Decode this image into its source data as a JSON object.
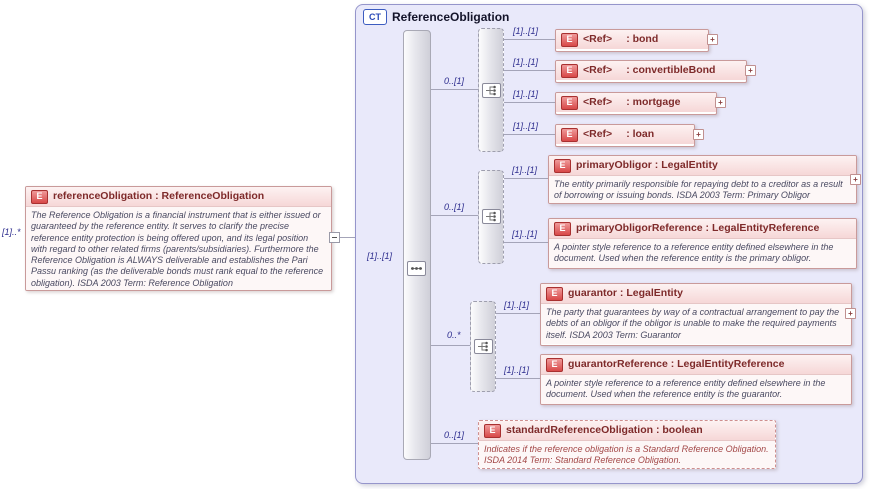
{
  "colors": {
    "element_accent": "#d84848",
    "element_title": "#7e2a2a",
    "container_bg": "#e9e9fa",
    "container_border": "#9595cb",
    "ct_badge_blue": "#2a4ab8",
    "annotation_text": "#494961",
    "cardinality_text": "#2d2d8e"
  },
  "icons": {
    "plus": "+"
  },
  "root_element": {
    "badge": "E",
    "cardinality": "[1]..*",
    "name": "referenceObligation",
    "type": " : ReferenceObligation",
    "annotation": "The Reference Obligation is a financial instrument that is either issued or guaranteed by the reference entity. It serves to clarify the precise reference entity protection is being offered upon, and its legal position with regard to other related firms (parents/subsidiaries). Furthermore the Reference Obligation is ALWAYS deliverable and establishes the Pari Passu ranking (as the deliverable bonds must rank equal to the reference obligation). ISDA 2003 Term: Reference Obligation"
  },
  "complex_type": {
    "badge": "CT",
    "title": "ReferenceObligation",
    "sequence_cardinality": "[1]..[1]"
  },
  "ref_choice": {
    "cardinality": "0..[1]",
    "items": [
      {
        "badge": "E",
        "cardinality": "[1]..[1]",
        "name": "<Ref>",
        "type": ": bond"
      },
      {
        "badge": "E",
        "cardinality": "[1]..[1]",
        "name": "<Ref>",
        "type": ": convertibleBond"
      },
      {
        "badge": "E",
        "cardinality": "[1]..[1]",
        "name": "<Ref>",
        "type": ": mortgage"
      },
      {
        "badge": "E",
        "cardinality": "[1]..[1]",
        "name": "<Ref>",
        "type": ": loan"
      }
    ]
  },
  "obligor_choice": {
    "cardinality": "0..[1]",
    "items": [
      {
        "badge": "E",
        "cardinality": "[1]..[1]",
        "name": "primaryObligor",
        "type": " : LegalEntity",
        "annotation": "The entity primarily responsible for repaying debt to a creditor as a result of borrowing or issuing bonds. ISDA 2003 Term: Primary Obligor"
      },
      {
        "badge": "E",
        "cardinality": "[1]..[1]",
        "name": "primaryObligorReference",
        "type": " : LegalEntityReference",
        "annotation": "A pointer style reference to a reference entity defined elsewhere in the document. Used when the reference entity is the primary obligor."
      }
    ]
  },
  "guarantor_choice": {
    "cardinality": "0..*",
    "items": [
      {
        "badge": "E",
        "cardinality": "[1]..[1]",
        "name": "guarantor",
        "type": " : LegalEntity",
        "annotation": "The party that guarantees by way of a contractual arrangement to pay the debts of an obligor if the obligor is unable to make the required payments itself. ISDA 2003 Term: Guarantor"
      },
      {
        "badge": "E",
        "cardinality": "[1]..[1]",
        "name": "guarantorReference",
        "type": " : LegalEntityReference",
        "annotation": "A pointer style reference to a reference entity defined elsewhere in the document. Used when the reference entity is the guarantor."
      }
    ]
  },
  "standard_ref": {
    "badge": "E",
    "cardinality": "0..[1]",
    "name": "standardReferenceObligation",
    "type": " : boolean",
    "annotation": "Indicates if the reference obligation is a Standard Reference Obligation. ISDA 2014 Term: Standard Reference Obligation."
  }
}
